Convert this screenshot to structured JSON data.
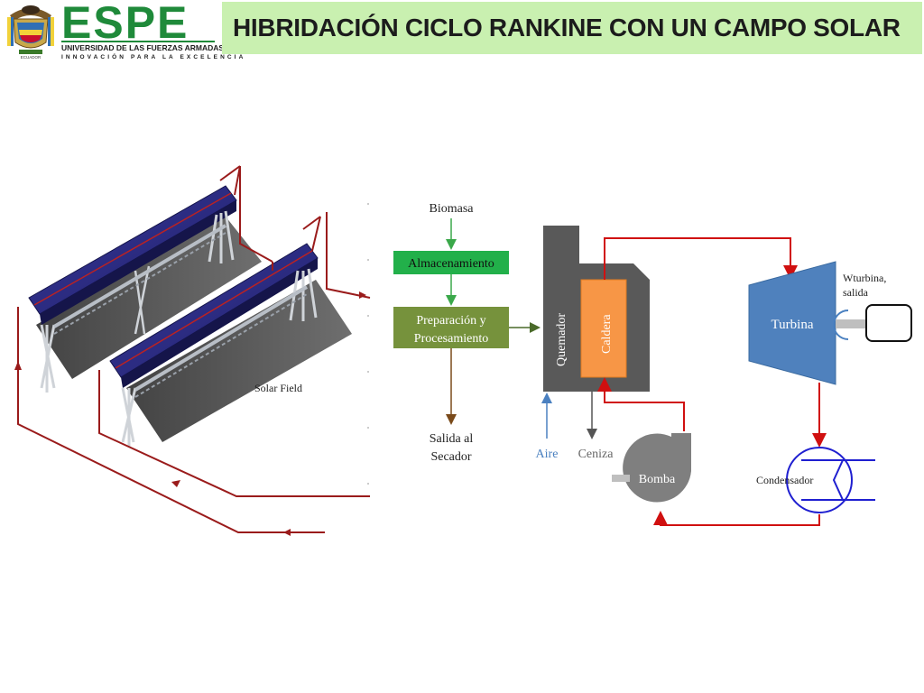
{
  "header": {
    "brand_name": "ESPE",
    "university": "UNIVERSIDAD DE LAS FUERZAS ARMADAS",
    "tagline": "INNOVACIÓN PARA LA EXCELENCIA",
    "emblem_text": "ECUADOR",
    "title": "HIBRIDACIÓN CICLO RANKINE CON UN CAMPO SOLAR"
  },
  "solar_field": {
    "label": "Solar Field"
  },
  "process": {
    "biomasa": "Biomasa",
    "almacenamiento": "Almacenamiento",
    "preparacion_line1": "Preparación y",
    "preparacion_line2": "Procesamiento",
    "salida_line1": "Salida al",
    "salida_line2": "Secador",
    "quemador": "Quemador",
    "caldera": "Caldera",
    "aire": "Aire",
    "ceniza": "Ceniza",
    "bomba": "Bomba",
    "turbina": "Turbina",
    "wturbina_line1": "Wturbina,",
    "wturbina_line2": "salida",
    "condensador": "Condensador"
  },
  "colors": {
    "brand_green": "#1f8a3a",
    "title_bg": "#c9f0b0",
    "almacenamiento_fill": "#22b04a",
    "preparacion_fill": "#76923c",
    "pipe_red": "#c00000",
    "turbine_blue": "#4f81bd",
    "boiler_orange": "#f79646",
    "furnace_gray": "#595959"
  }
}
